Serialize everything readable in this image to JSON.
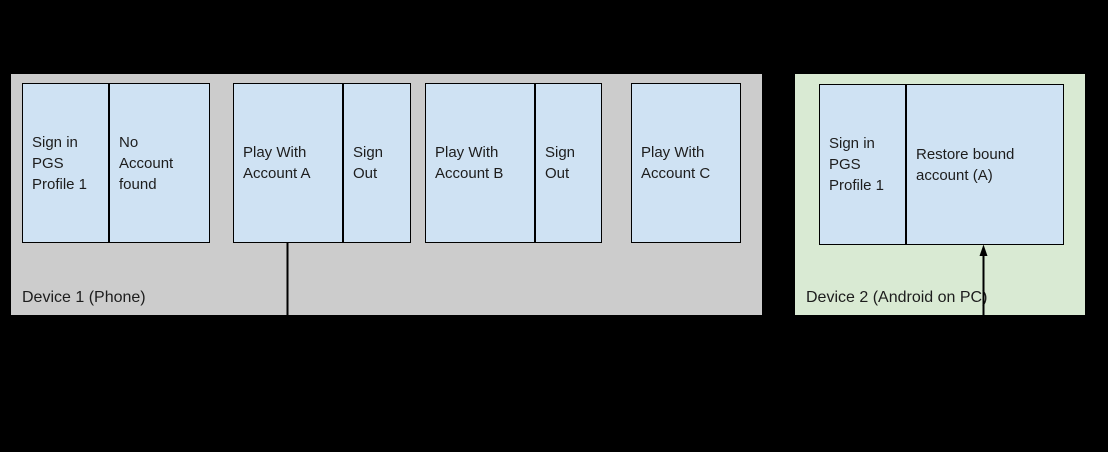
{
  "colors": {
    "background": "#000000",
    "device1_bg": "#cccccc",
    "device2_bg": "#d9ead3",
    "node_bg": "#cfe2f3",
    "node_border": "#000000",
    "connector": "#000000",
    "text": "#1d1d1d"
  },
  "device1": {
    "label": "Device 1 (Phone)",
    "nodes": {
      "sign_in_pgs": "Sign in\nPGS\nProfile 1",
      "no_account_found": "No\nAccount\nfound",
      "play_account_a": "Play With\nAccount A",
      "sign_out_a": "Sign\nOut",
      "play_account_b": "Play With\nAccount B",
      "sign_out_b": "Sign\nOut",
      "play_account_c": "Play With\nAccount C"
    }
  },
  "device2": {
    "label": "Device 2 (Android on PC)",
    "nodes": {
      "sign_in_pgs": "Sign in\nPGS\nProfile 1",
      "restore_bound_account": "Restore bound\naccount (A)"
    }
  }
}
